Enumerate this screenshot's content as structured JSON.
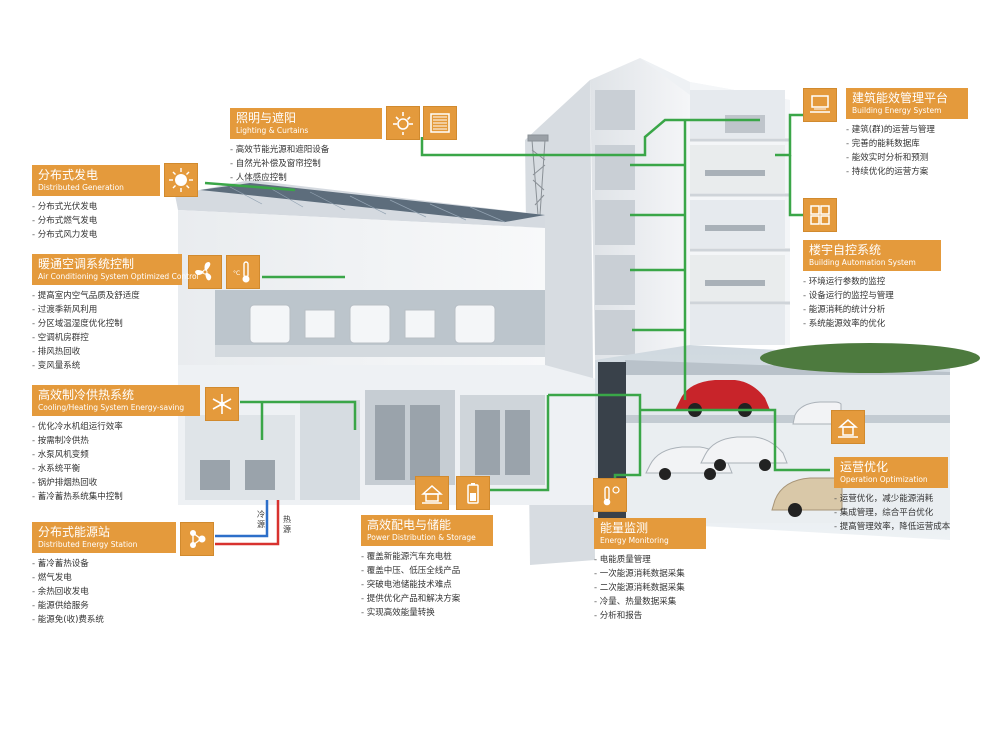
{
  "colors": {
    "accent": "#e49a3c",
    "connector": "#3aa648",
    "cold_pipe": "#2d6fc9",
    "hot_pipe": "#d8322f"
  },
  "sections": {
    "lighting": {
      "title_cn": "照明与遮阳",
      "title_en": "Lighting & Curtains",
      "items": [
        "高效节能光源和遮阳设备",
        "自然光补偿及窗帘控制",
        "人体感应控制"
      ],
      "icons": [
        "sun-icon",
        "curtain-icon"
      ]
    },
    "distributed_gen": {
      "title_cn": "分布式发电",
      "title_en": "Distributed Generation",
      "items": [
        "分布式光伏发电",
        "分布式燃气发电",
        "分布式风力发电"
      ],
      "icons": [
        "solar-sun-icon"
      ]
    },
    "hvac": {
      "title_cn": "暖通空调系统控制",
      "title_en": "Air Conditioning System Optimized Control",
      "items": [
        "提高室内空气品质及舒适度",
        "过渡季新风利用",
        "分区域温湿度优化控制",
        "空调机房群控",
        "排风热回收",
        "变风量系统"
      ],
      "icons": [
        "fan-icon",
        "thermometer-icon"
      ]
    },
    "cooling_heating": {
      "title_cn": "高效制冷供热系统",
      "title_en": "Cooling/Heating System Energy-saving",
      "items": [
        "优化冷水机组运行效率",
        "按需制冷供热",
        "水泵风机变频",
        "水系统平衡",
        "锅炉排烟热回收",
        "蓄冷蓄热系统集中控制"
      ],
      "icons": [
        "snowflake-icon"
      ]
    },
    "energy_station": {
      "title_cn": "分布式能源站",
      "title_en": "Distributed Energy Station",
      "items": [
        "蓄冷蓄热设备",
        "燃气发电",
        "余热回收发电",
        "能源供给服务",
        "能源免(收)费系统"
      ],
      "icons": [
        "network-icon"
      ]
    },
    "power_storage": {
      "title_cn": "高效配电与储能",
      "title_en": "Power Distribution & Storage",
      "items": [
        "覆盖新能源汽车充电桩",
        "覆盖中压、低压全线产品",
        "突破电池储能技术难点",
        "提供优化产品和解决方案",
        "实现高效能量转换"
      ],
      "icons": [
        "solar-house-icon",
        "battery-icon"
      ]
    },
    "energy_monitoring": {
      "title_cn": "能量监测",
      "title_en": "Energy Monitoring",
      "items": [
        "电能质量管理",
        "一次能源消耗数据采集",
        "二次能源消耗数据采集",
        "冷量、热量数据采集",
        "分析和报告"
      ],
      "icons": [
        "thermo-sun-icon"
      ]
    },
    "building_platform": {
      "title_cn": "建筑能效管理平台",
      "title_en": "Building Energy System",
      "items": [
        "建筑(群)的运营与管理",
        "完善的能耗数据库",
        "能效实时分析和预测",
        "持续优化的运营方案"
      ],
      "icons": [
        "computer-icon"
      ]
    },
    "automation": {
      "title_cn": "楼宇自控系统",
      "title_en": "Building Automation System",
      "items": [
        "环境运行参数的监控",
        "设备运行的监控与管理",
        "能源消耗的统计分析",
        "系统能源效率的优化"
      ],
      "icons": [
        "grid-icon"
      ]
    },
    "operation": {
      "title_cn": "运营优化",
      "title_en": "Operation Optimization",
      "items": [
        "运营优化，减少能源消耗",
        "集成管理，综合平台优化",
        "提高管理效率，降低运营成本"
      ],
      "icons": [
        "house-chart-icon"
      ]
    }
  },
  "pipe_labels": {
    "cold": "冷源",
    "hot": "热源"
  }
}
